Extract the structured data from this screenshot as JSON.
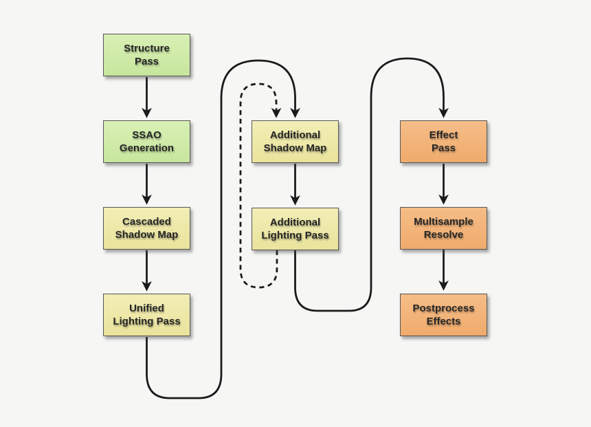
{
  "diagram": {
    "type": "flowchart",
    "background_color": "#f6f6f5",
    "colors": {
      "node_green": "#cdeaa4",
      "node_yellow": "#ece8a6",
      "node_orange": "#f2b378",
      "node_border": "#565656",
      "arrow": "#1b1b1b",
      "text": "#262626"
    },
    "nodes": [
      {
        "id": "structure-pass",
        "label": "Structure\nPass",
        "color_group": "green",
        "column": 1,
        "row": 1
      },
      {
        "id": "ssao-generation",
        "label": "SSAO\nGeneration",
        "color_group": "green",
        "column": 1,
        "row": 2
      },
      {
        "id": "cascaded-shadow-map",
        "label": "Cascaded\nShadow Map",
        "color_group": "yellow",
        "column": 1,
        "row": 3
      },
      {
        "id": "unified-lighting-pass",
        "label": "Unified\nLighting Pass",
        "color_group": "yellow",
        "column": 1,
        "row": 4
      },
      {
        "id": "additional-shadow-map",
        "label": "Additional\nShadow Map",
        "color_group": "yellow",
        "column": 2,
        "row": 2
      },
      {
        "id": "additional-lighting-pass",
        "label": "Additional\nLighting Pass",
        "color_group": "yellow",
        "column": 2,
        "row": 3
      },
      {
        "id": "effect-pass",
        "label": "Effect\nPass",
        "color_group": "orange",
        "column": 3,
        "row": 2
      },
      {
        "id": "multisample-resolve",
        "label": "Multisample\nResolve",
        "color_group": "orange",
        "column": 3,
        "row": 3
      },
      {
        "id": "postprocess-effects",
        "label": "Postprocess\nEffects",
        "color_group": "orange",
        "column": 3,
        "row": 4
      }
    ],
    "edges": [
      {
        "from": "structure-pass",
        "to": "ssao-generation",
        "style": "solid"
      },
      {
        "from": "ssao-generation",
        "to": "cascaded-shadow-map",
        "style": "solid"
      },
      {
        "from": "cascaded-shadow-map",
        "to": "unified-lighting-pass",
        "style": "solid"
      },
      {
        "from": "unified-lighting-pass",
        "to": "additional-shadow-map",
        "style": "solid-curved"
      },
      {
        "from": "additional-shadow-map",
        "to": "additional-lighting-pass",
        "style": "solid"
      },
      {
        "from": "additional-lighting-pass",
        "to": "additional-shadow-map",
        "style": "dashed-loop"
      },
      {
        "from": "additional-lighting-pass",
        "to": "effect-pass",
        "style": "solid-curved"
      },
      {
        "from": "effect-pass",
        "to": "multisample-resolve",
        "style": "solid"
      },
      {
        "from": "multisample-resolve",
        "to": "postprocess-effects",
        "style": "solid"
      }
    ]
  }
}
